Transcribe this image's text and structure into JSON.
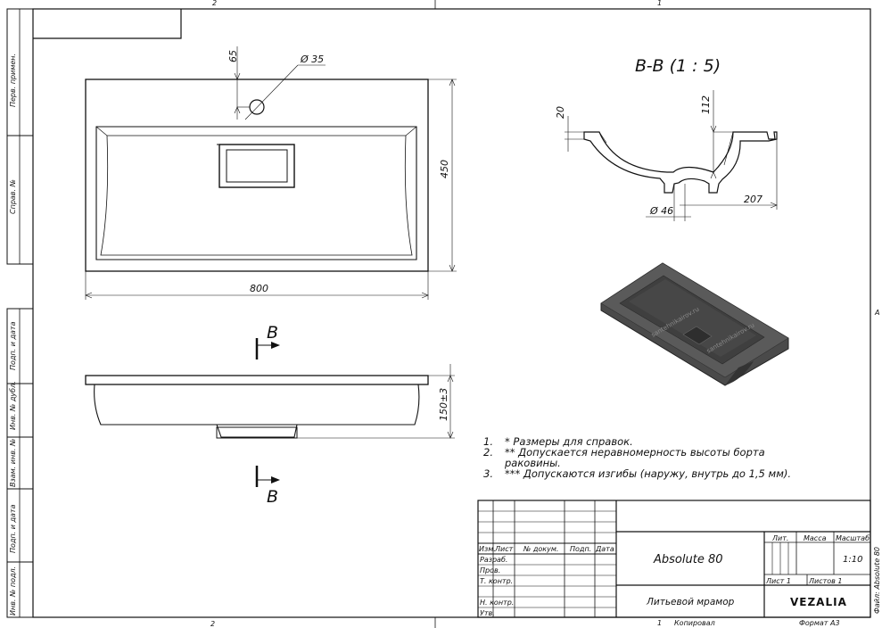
{
  "drawing": {
    "zone_top_left": "2",
    "zone_top_right": "1",
    "zone_bottom_left": "2",
    "zone_right_a": "A",
    "section_title": "B-B (1 : 5)",
    "section_mark": "B",
    "side_stamps": [
      "Перв. примен.",
      "Справ. №",
      "Подп. и дата",
      "Инв. № дубл.",
      "Взам. инв. №",
      "Подп. и дата",
      "Инв. № подл."
    ],
    "file_label": "Файл: Absolute 80"
  },
  "dimensions": {
    "top_hole_offset": "65",
    "hole_diameter": "Ø 35",
    "depth": "450",
    "width": "800",
    "height": "150±3",
    "rim": "20",
    "section_height": "112",
    "drain_diameter": "Ø 46",
    "drain_offset": "207"
  },
  "notes": [
    {
      "num": "1.",
      "text": "*  Размеры для справок."
    },
    {
      "num": "2.",
      "text": "** Допускается неравномерность высоты борта раковины."
    },
    {
      "num": "3.",
      "text": "*** Допускаются изгибы (наружу, внутрь до 1,5 мм)."
    }
  ],
  "title_block": {
    "headers": [
      "Изм.",
      "Лист",
      "№ докум.",
      "Подп.",
      "Дата"
    ],
    "rows": [
      "Разраб.",
      "Пров.",
      "Т. контр.",
      "Н. контр.",
      "Утв."
    ],
    "product_name": "Absolute 80",
    "material": "Литьевой мрамор",
    "lit_label": "Лит.",
    "mass_label": "Масса",
    "scale_label": "Масштаб",
    "scale_value": "1:10",
    "sheet_label": "Лист 1",
    "sheets_label": "Листов 1",
    "brand": "VEZALIA",
    "copy_label": "Копировал",
    "copy_num": "1",
    "format_label": "Формат A3"
  },
  "watermark": "santehnikairov.ru"
}
